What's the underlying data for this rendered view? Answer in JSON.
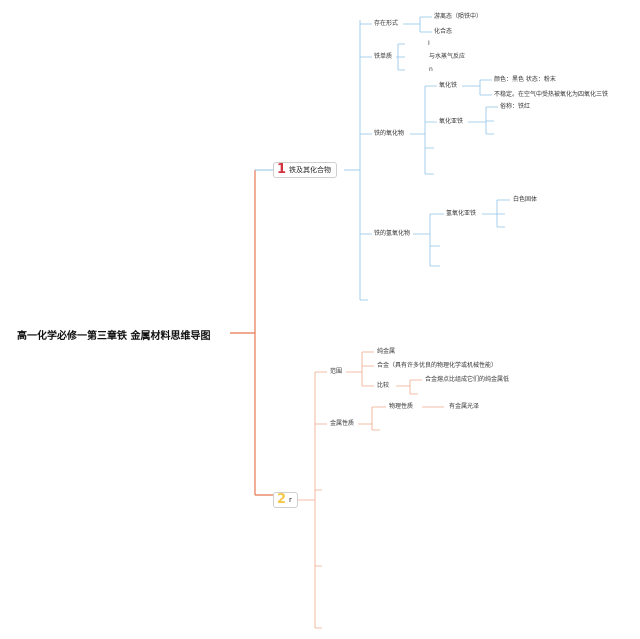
{
  "root": {
    "title": "高一化学必修一第三章铁 金属材料思维导图"
  },
  "branch1": {
    "number": "1",
    "label": "铁及其化合物",
    "existence": {
      "label": "存在形式",
      "free": "游离态（陨铁中）",
      "combined": "化合态"
    },
    "element": {
      "label": "铁单质",
      "item1": "I",
      "item2": "与水蒸气反应",
      "item3": "n"
    },
    "oxides": {
      "label": "铁的氧化物",
      "feo": {
        "label": "氧化铁",
        "color_state": "颜色：黑色 状态：粉末",
        "instability": "不稳定。在空气中受热被氧化为四氧化三铁"
      },
      "fe2o3": {
        "label": "氧化亚铁",
        "common_name": "俗称：铁红"
      }
    },
    "hydroxides": {
      "label": "铁的氢氧化物",
      "feoh2": {
        "label": "氢氧化亚铁",
        "white_solid": "白色固体"
      }
    }
  },
  "branch2": {
    "number": "2",
    "label": "r",
    "scope": {
      "label": "范围",
      "pure": "纯金属",
      "alloy": "合金（具有许多优良的物理化学或机械性能）",
      "compare": "比较",
      "compare_detail": "合金熔点比组成它们的纯金属低"
    },
    "properties": {
      "label": "金属性质",
      "physical": "物理性质",
      "luster": "有金属光泽"
    }
  },
  "colors": {
    "branch1_line": "#8ec3e6",
    "branch2_line": "#f0a78b",
    "root_line": "#e8774f"
  }
}
